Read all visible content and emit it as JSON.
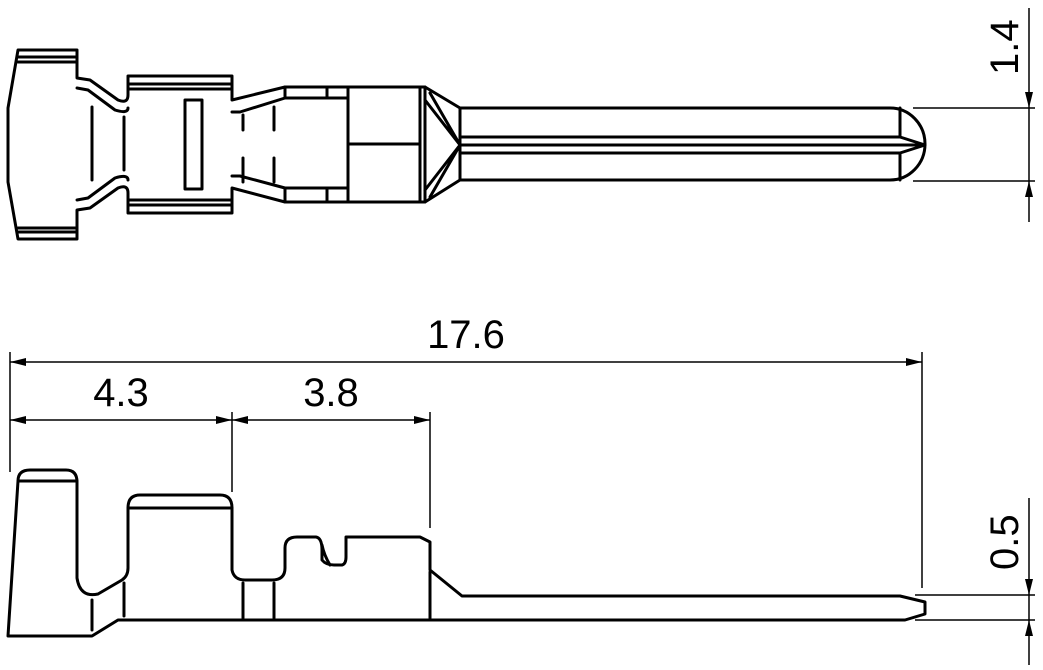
{
  "drawing": {
    "title": "Crimp terminal pin",
    "top_view": {
      "dimensions": {
        "pin_width": "1.4"
      }
    },
    "side_view": {
      "dimensions": {
        "overall_length": "17.6",
        "insulation_crimp_length": "4.3",
        "wire_crimp_length": "3.8",
        "pin_thickness": "0.5"
      }
    },
    "line_color": "#000000"
  }
}
